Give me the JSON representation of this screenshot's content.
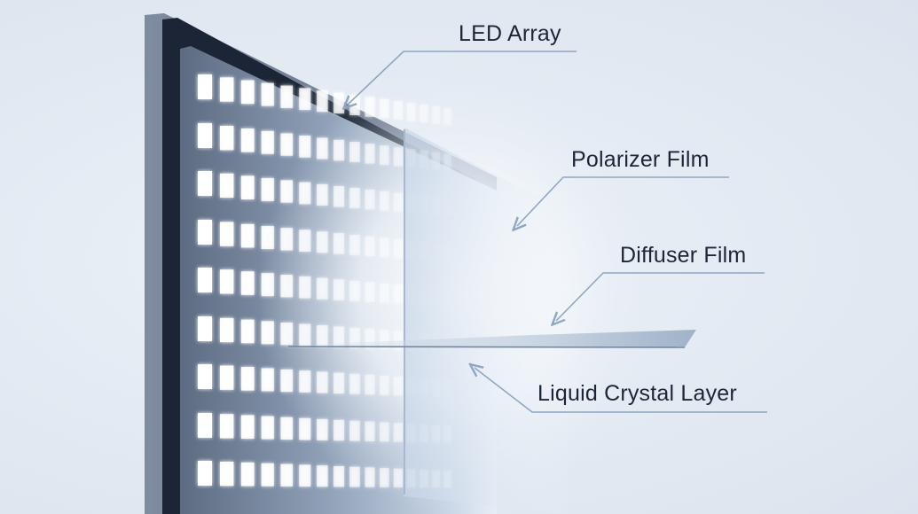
{
  "diagram": {
    "subject": "LCD panel layer structure",
    "colors": {
      "background": "#e4eaf2",
      "frame": "#6c7a90",
      "bezel": "#1b2535",
      "led": "#ffffff",
      "leader_line": "#8fa6c2",
      "label_text": "#1c2637"
    },
    "labels": [
      {
        "id": "led-array",
        "text": "LED Array"
      },
      {
        "id": "polarizer-film",
        "text": "Polarizer Film"
      },
      {
        "id": "diffuser-film",
        "text": "Diffuser Film"
      },
      {
        "id": "liquid-crystal-layer",
        "text": "Liquid Crystal Layer"
      }
    ]
  }
}
